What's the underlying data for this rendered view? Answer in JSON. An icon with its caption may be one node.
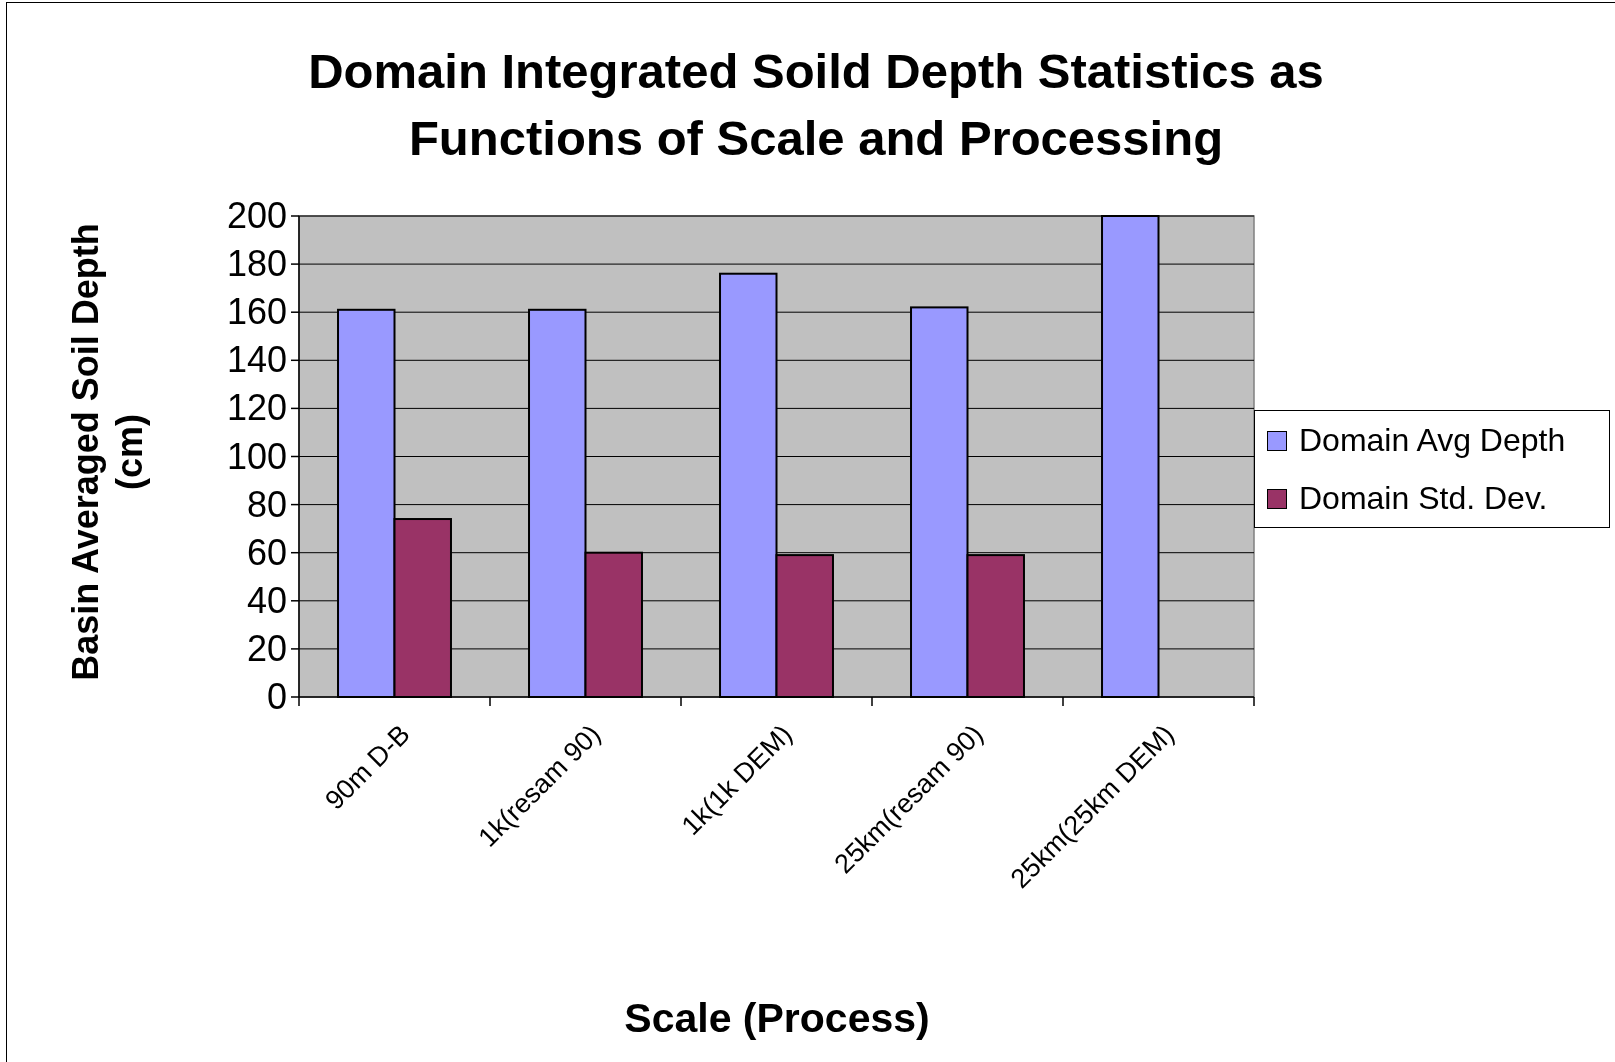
{
  "diagram": {
    "chart_data": {
      "type": "bar",
      "title": "Domain Integrated Soild Depth Statistics as Functions of Scale and Processing",
      "xlabel": "Scale (Process)",
      "ylabel": "Basin Averaged Soil Depth (cm)",
      "categories": [
        "90m D-B",
        "1k(resam 90)",
        "1k(1k DEM)",
        "25km(resam 90)",
        "25km(25km DEM)"
      ],
      "series": [
        {
          "name": "Domain Avg Depth",
          "color": "#9999ff",
          "values": [
            161,
            161,
            176,
            162,
            200
          ]
        },
        {
          "name": "Domain Std. Dev.",
          "color": "#993366",
          "values": [
            74,
            60,
            59,
            59,
            null
          ]
        }
      ],
      "grid": "y",
      "legend": "right",
      "ylim": [
        0,
        200
      ],
      "yticks": [
        0,
        20,
        40,
        60,
        80,
        100,
        120,
        140,
        160,
        180,
        200
      ]
    }
  }
}
